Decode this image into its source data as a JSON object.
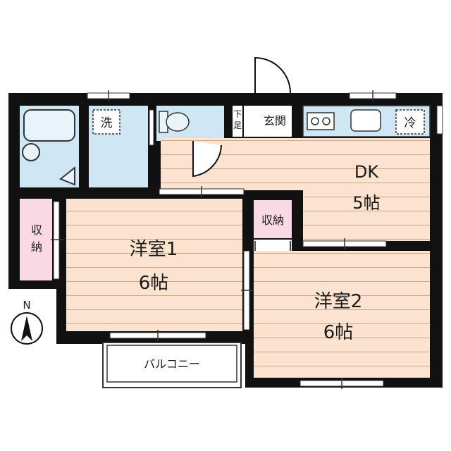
{
  "rooms": {
    "dk": {
      "name": "DK",
      "size": "5帖"
    },
    "western1": {
      "name": "洋室1",
      "size": "6帖"
    },
    "western2": {
      "name": "洋室2",
      "size": "6帖"
    }
  },
  "labels": {
    "storage_left": "収\n納",
    "storage_center": "収納",
    "entrance": "玄関",
    "shoe_box": "下\n足",
    "washer": "洗",
    "fridge": "冷",
    "balcony": "バルコニー",
    "north": "N"
  },
  "colors": {
    "wall": "#111111",
    "floor": "#fbe3cf",
    "wet_area": "#cfe6f5",
    "storage": "#f9d9e4",
    "balcony": "#ffffff"
  }
}
